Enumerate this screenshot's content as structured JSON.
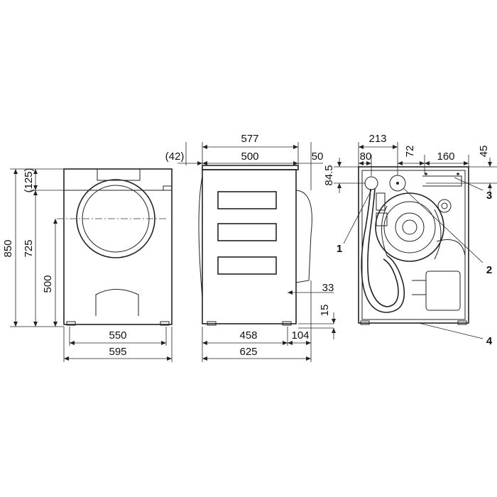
{
  "dimensions": {
    "front": {
      "total_height": "850",
      "top_offset": "(125)",
      "body_height": "725",
      "door_center_height": "500",
      "inner_width": "550",
      "total_width": "595"
    },
    "side": {
      "top_total": "577",
      "top_body": "500",
      "top_left_offset": "(42)",
      "top_right_offset": "50",
      "door_protrusion": "33",
      "feet_height": "15",
      "bottom_body": "458",
      "bottom_right_offset": "104",
      "bottom_total": "625"
    },
    "rear": {
      "top_total": "213",
      "inlet_offset": "80",
      "drain_offset": "72",
      "right_offset": "160",
      "height_offset_left": "84.5",
      "height_offset_right": "45"
    }
  },
  "callouts": [
    "1",
    "2",
    "3",
    "4"
  ]
}
